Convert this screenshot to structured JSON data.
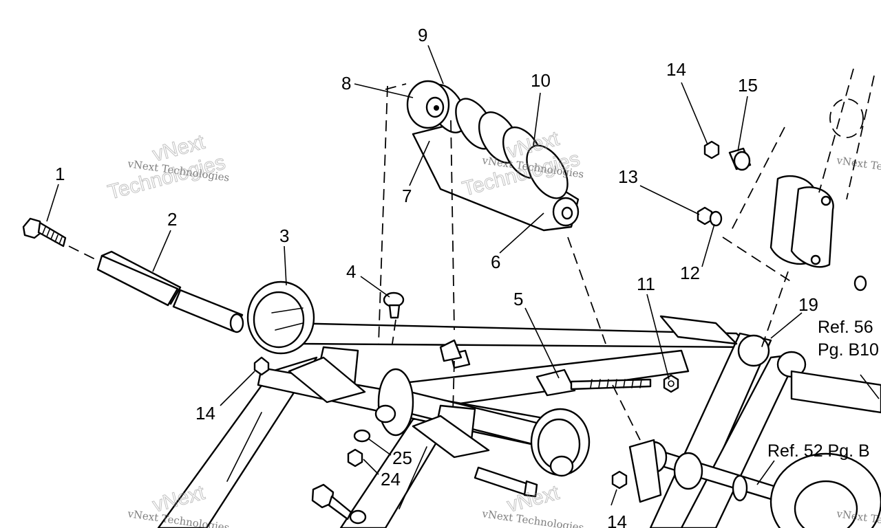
{
  "callouts": {
    "c1": "1",
    "c2": "2",
    "c3": "3",
    "c4": "4",
    "c5": "5",
    "c6": "6",
    "c7": "7",
    "c8": "8",
    "c9": "9",
    "c10": "10",
    "c11": "11",
    "c12": "12",
    "c13": "13",
    "c14a": "14",
    "c14b": "14",
    "c14c": "14",
    "c15": "15",
    "c19": "19",
    "c24": "24",
    "c25": "25"
  },
  "references": {
    "ref56": "Ref. 56",
    "pgb10": "Pg. B10",
    "ref52": "Ref. 52 Pg. B"
  },
  "watermark": {
    "line1": "vNext Technologies",
    "line2": "vNext",
    "line3": "Technologies"
  }
}
